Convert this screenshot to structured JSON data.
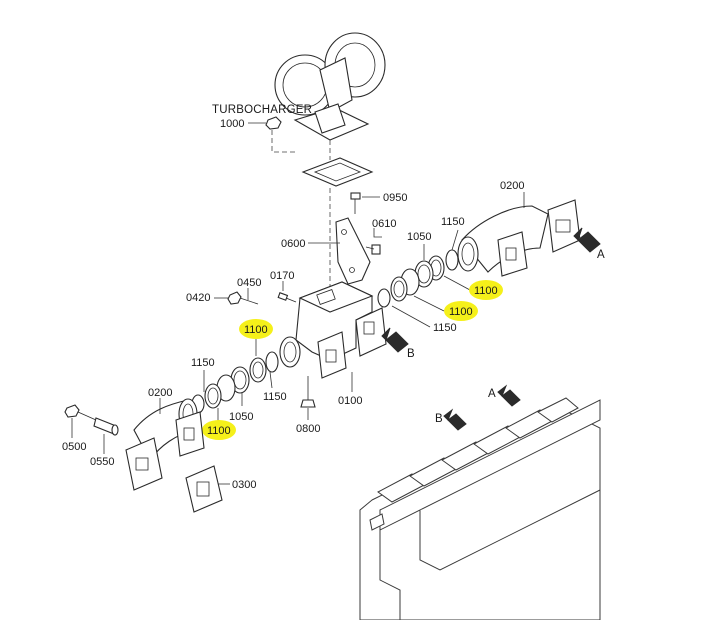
{
  "diagram": {
    "title": "TURBOCHARGER",
    "highlight_color": "#f5f01a",
    "part_labels": {
      "p1000": "1000",
      "p0950": "0950",
      "p0200_top": "0200",
      "p0610": "0610",
      "p1150_top": "1150",
      "p1050_top": "1050",
      "p0600": "0600",
      "p0170": "0170",
      "p0450": "0450",
      "p0420": "0420",
      "p1100_right_upper": "1100",
      "p1100_right_lower": "1100",
      "p1150_mid_right": "1150",
      "p1100_left_upper": "1100",
      "p1150_left": "1150",
      "p1150_mid_left": "1150",
      "p0200_left": "0200",
      "p1050_left": "1050",
      "p1100_left_lower": "1100",
      "p0100": "0100",
      "p0800": "0800",
      "p0500": "0500",
      "p0550": "0550",
      "p0300": "0300"
    },
    "view_labels": {
      "a_main": "A",
      "b_main": "B",
      "a_inset": "A",
      "b_inset": "B"
    }
  }
}
